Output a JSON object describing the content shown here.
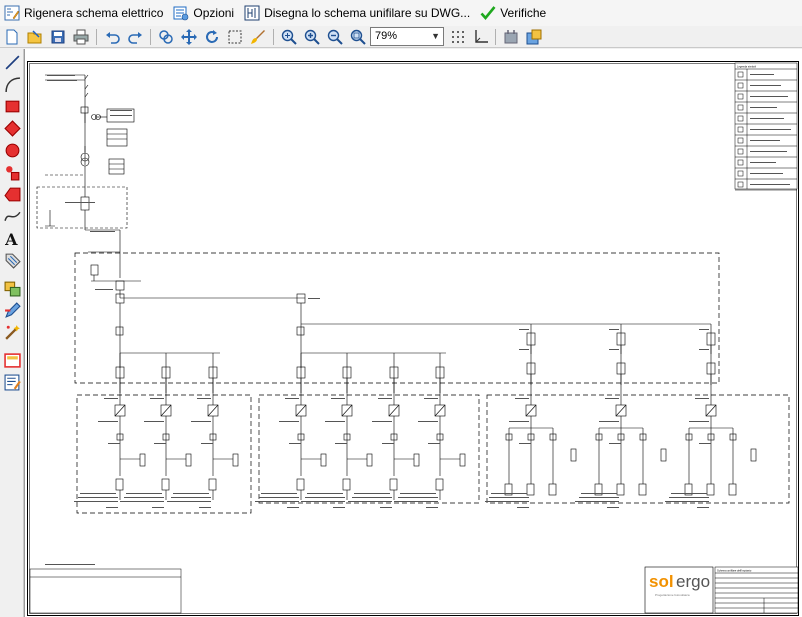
{
  "menu": {
    "regenerate_label": "Rigenera schema elettrico",
    "options_label": "Opzioni",
    "draw_dwg_label": "Disegna lo schema unifilare su DWG...",
    "checks_label": "Verifiche"
  },
  "toolbar": {
    "zoom_value": "79%",
    "icons": [
      "new-icon",
      "open-icon",
      "save-icon",
      "print-icon",
      "undo-icon",
      "redo-icon",
      "move-select-icon",
      "pan-icon",
      "rotate-icon",
      "select-rect-icon",
      "paint-brush-icon",
      "zoom-in-icon",
      "zoom-plus-icon",
      "zoom-minus-icon",
      "zoom-window-icon",
      "grid-icon",
      "snap-icon",
      "module-icon",
      "export-icon"
    ]
  },
  "left_tools": [
    "line-icon",
    "arc-icon",
    "rectangle-icon",
    "diamond-icon",
    "circle-icon",
    "symbol-icon",
    "polygon-icon",
    "curve-icon",
    "text-icon",
    "tag-icon",
    "layers-icon",
    "edit-icon",
    "wand-icon",
    "frame-icon",
    "properties-icon"
  ],
  "colors": {
    "accent_check": "#1fa81f",
    "brand_orange": "#f29100",
    "menu_icon_blue": "#1e6bc4"
  },
  "drawing": {
    "brand": {
      "sol": "sol",
      "ergo": "ergo",
      "tagline": "Progettazione fotovoltaica"
    },
    "legend_title": "Legenda simboli",
    "title_block_title": "Schema unifilare dell'impianto"
  }
}
